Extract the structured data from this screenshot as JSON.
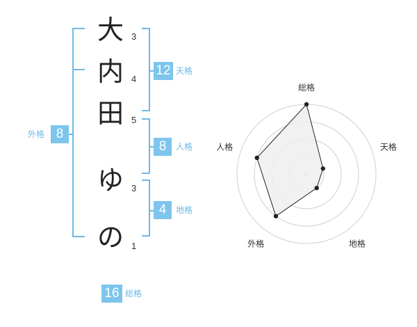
{
  "name": {
    "chars": [
      "大",
      "内",
      "田",
      "ゆ",
      "の"
    ],
    "strokes": [
      "3",
      "4",
      "5",
      "3",
      "1"
    ]
  },
  "fortunes": {
    "tenkaku": {
      "value": "12",
      "label": "天格"
    },
    "jinkaku": {
      "value": "8",
      "label": "人格"
    },
    "chikaku": {
      "value": "4",
      "label": "地格"
    },
    "gaikaku": {
      "value": "8",
      "label": "外格"
    },
    "soukaku": {
      "value": "16",
      "label": "総格"
    }
  },
  "colors": {
    "accent": "#7dc5ec",
    "radar_fill": "#efefef",
    "radar_stroke": "#222222",
    "grid": "#d0d0d0"
  },
  "chart_data": {
    "type": "radar",
    "axes": [
      "総格",
      "天格",
      "地格",
      "外格",
      "人格"
    ],
    "values": [
      4,
      1,
      1,
      3,
      3
    ],
    "range": [
      0,
      4
    ],
    "rings": 4
  }
}
